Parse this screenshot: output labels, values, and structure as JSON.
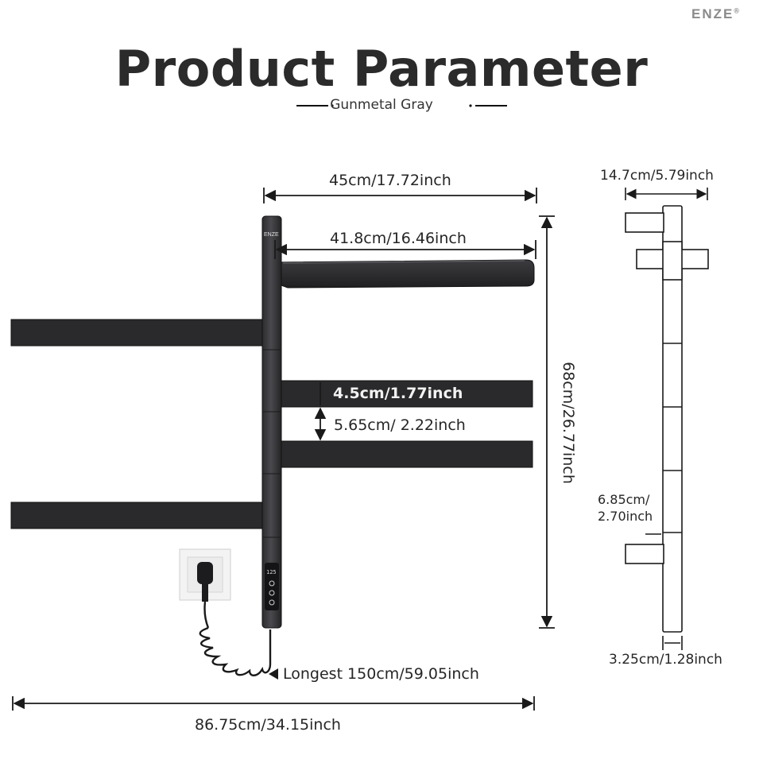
{
  "brand": {
    "logo_text": "ENZE",
    "registered_mark": "®",
    "rail_label": "ENZE"
  },
  "header": {
    "title": "Product Parameter",
    "subtitle": "Gunmetal Gray"
  },
  "front_view": {
    "top_width": "45cm/17.72inch",
    "shelf_width": "41.8cm/16.46inch",
    "bar_thickness": "4.5cm/1.77inch",
    "bar_gap": "5.65cm/ 2.22inch",
    "height": "68cm/26.77inch",
    "cord_length": "Longest 150cm/59.05inch",
    "total_width": "86.75cm/34.15inch",
    "panel_display": "125"
  },
  "side_view": {
    "depth": "14.7cm/5.79inch",
    "bar_depth_line1": "6.85cm/",
    "bar_depth_line2": "2.70inch",
    "rail_width": "3.25cm/1.28inch"
  },
  "colors": {
    "rack": "#2a2a2c",
    "rack_highlight": "#46464a",
    "dimension_line": "#1a1a1a",
    "text": "#262626"
  }
}
